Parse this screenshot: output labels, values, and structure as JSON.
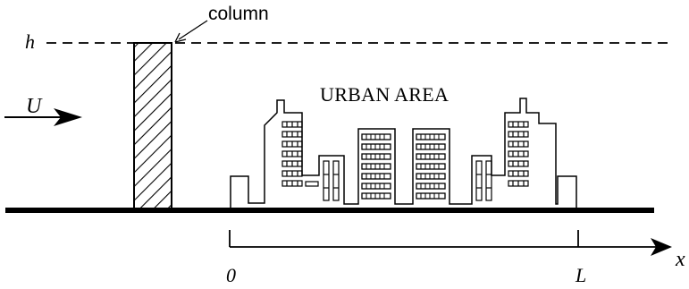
{
  "labels": {
    "column": "column",
    "height": "h",
    "wind_speed": "U",
    "urban_area": "URBAN AREA",
    "origin": "0",
    "length": "L",
    "x_axis": "x"
  },
  "colors": {
    "ink": "#000000",
    "background": "#ffffff"
  }
}
